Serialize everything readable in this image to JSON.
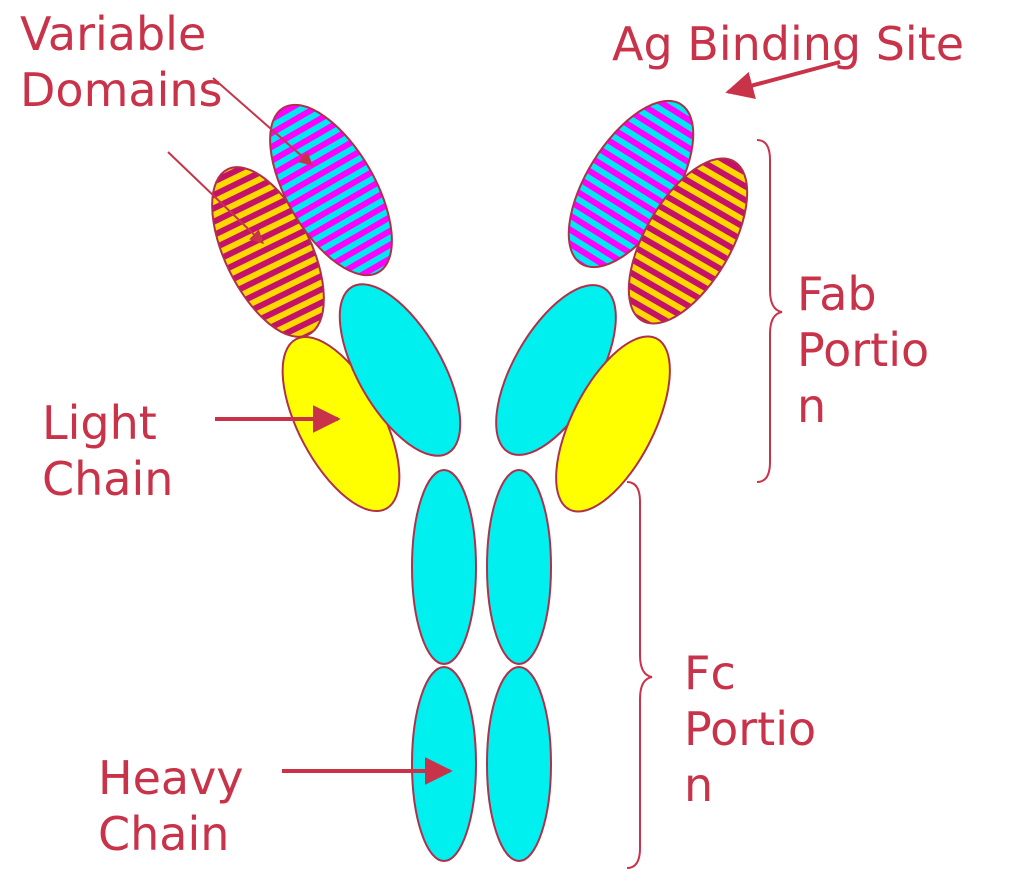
{
  "colors": {
    "label_text": "#c8334a",
    "outline": "#b0304a",
    "heavy_chain_fill": "#00f0f0",
    "light_chain_fill": "#ffff00",
    "variable_heavy_stripes": [
      "#ff00ff",
      "#00e8f0"
    ],
    "variable_light_stripes": [
      "#ffd800",
      "#c4126a"
    ]
  },
  "labels": {
    "variable_domains": {
      "line1": "Variable",
      "line2": "Domains"
    },
    "ag_binding_site": "Ag Binding Site",
    "fab_portion": {
      "line1": "Fab",
      "line2": "Portio",
      "line3": "n"
    },
    "light_chain": {
      "line1": "Light",
      "line2": "Chain"
    },
    "fc_portion": {
      "line1": "Fc",
      "line2": "Portio",
      "line3": "n"
    },
    "heavy_chain": {
      "line1": "Heavy",
      "line2": "Chain"
    }
  }
}
